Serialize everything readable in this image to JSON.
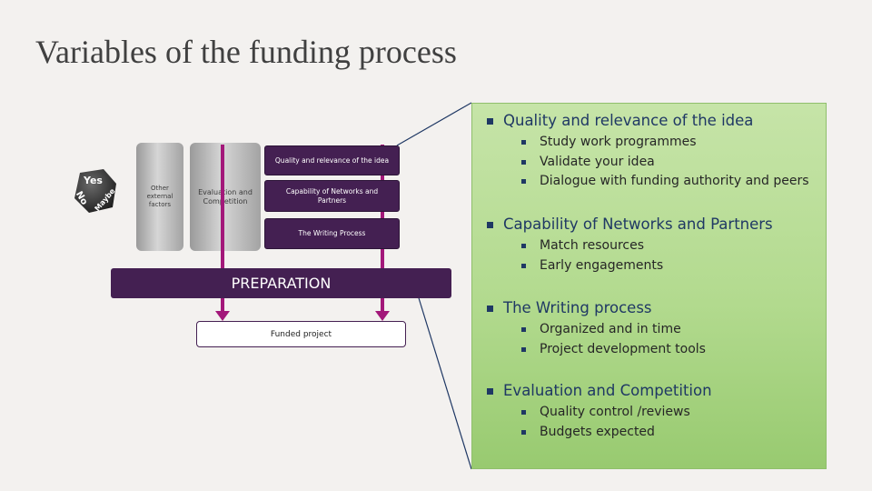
{
  "title": "Variables of the funding process",
  "diagram": {
    "die_faces": [
      "Yes",
      "No",
      "Maybe"
    ],
    "other_factors": [
      "Other",
      "external",
      "factors"
    ],
    "evaluation": [
      "Evaluation and",
      "Competition"
    ],
    "boxes": [
      [
        "Quality and relevance of the idea"
      ],
      [
        "Capability of Networks and",
        "Partners"
      ],
      [
        "The Writing Process"
      ]
    ],
    "preparation": "PREPARATION",
    "funded": "Funded project"
  },
  "panel": {
    "sections": [
      {
        "heading": "Quality and relevance of the idea",
        "items": [
          "Study work programmes",
          "Validate your idea",
          "Dialogue with funding authority and peers"
        ]
      },
      {
        "heading": "Capability of Networks and Partners",
        "items": [
          "Match resources",
          "Early engagements"
        ]
      },
      {
        "heading": "The Writing process",
        "items": [
          "Organized and in time",
          "Project development tools"
        ]
      },
      {
        "heading": "Evaluation and Competition",
        "items": [
          "Quality control /reviews",
          "Budgets expected"
        ]
      }
    ]
  },
  "colors": {
    "purple": "#442052",
    "magenta": "#a3187a",
    "panel_green": "#b2da8e",
    "heading_blue": "#1f3864"
  }
}
